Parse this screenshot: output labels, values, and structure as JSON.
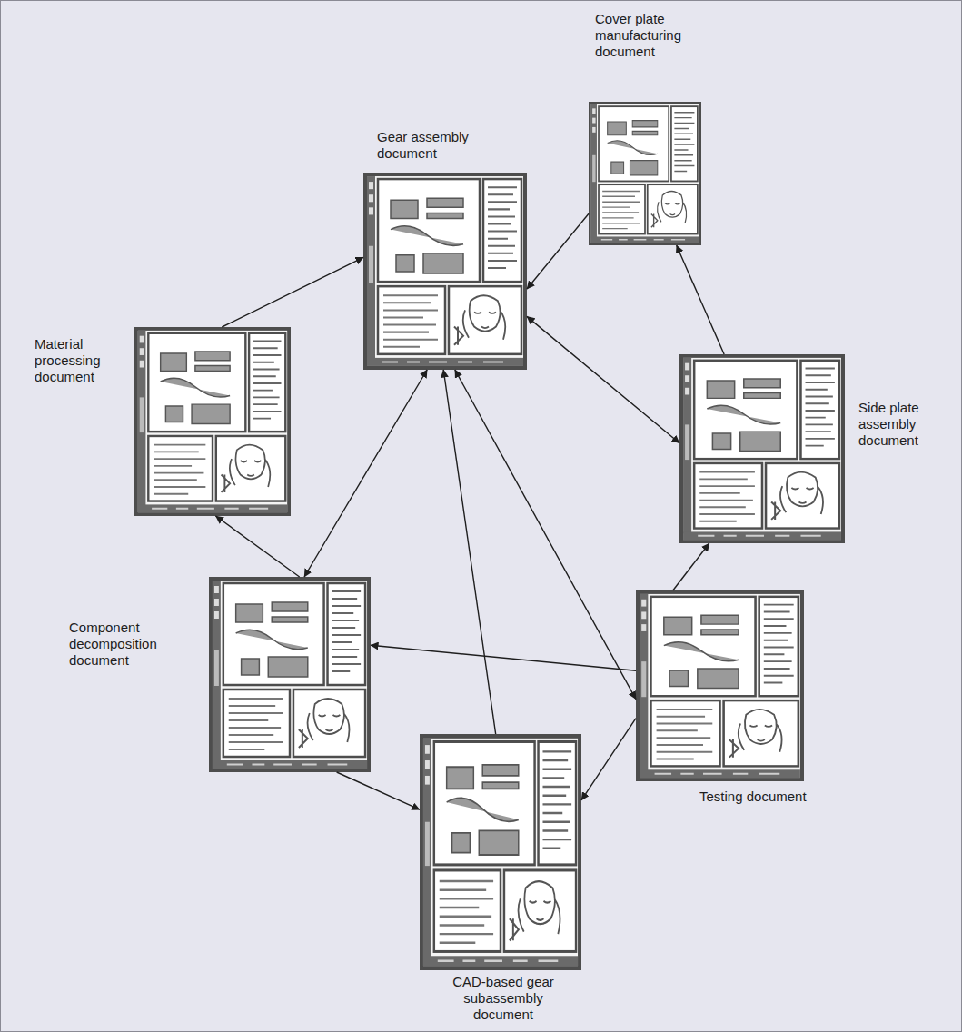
{
  "diagram": {
    "nodes": [
      {
        "text": [
          "Cover plate manufacturing document"
        ]
      },
      {
        "text": [
          "Gear assembly document"
        ]
      },
      {
        "text": [
          "Material processing document"
        ]
      },
      {
        "text": [
          "Side plate assembly document"
        ]
      },
      {
        "text": [
          "Component decomposition document"
        ]
      },
      {
        "text": [
          "Testing document"
        ]
      },
      {
        "text": [
          "CAD-based gear subassembly document"
        ]
      }
    ],
    "edges": [
      {
        "from": 2,
        "to": 1,
        "arrow": "to"
      },
      {
        "from": 0,
        "to": 1,
        "arrow": "to"
      },
      {
        "from": 3,
        "to": 0,
        "arrow": "to"
      },
      {
        "from": 1,
        "to": 3,
        "arrow": "both"
      },
      {
        "from": 1,
        "to": 4,
        "arrow": "both"
      },
      {
        "from": 4,
        "to": 2,
        "arrow": "to"
      },
      {
        "from": 4,
        "to": 6,
        "arrow": "to"
      },
      {
        "from": 6,
        "to": 1,
        "arrow": "to"
      },
      {
        "from": 5,
        "to": 1,
        "arrow": "both"
      },
      {
        "from": 5,
        "to": 4,
        "arrow": "to"
      },
      {
        "from": 5,
        "to": 3,
        "arrow": "to"
      },
      {
        "from": 5,
        "to": 6,
        "arrow": "to"
      }
    ]
  }
}
